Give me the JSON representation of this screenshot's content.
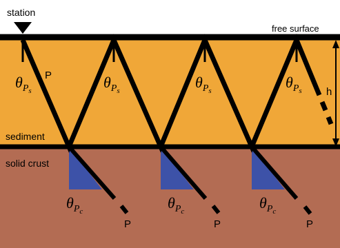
{
  "labels": {
    "station": "station",
    "free_surface": "free surface",
    "sediment": "sediment",
    "solid_crust": "solid crust",
    "thickness": "h"
  },
  "sediment_rays": [
    {
      "theta_main": "θ",
      "theta_sub": "P",
      "theta_subsub": "s",
      "wave_label": "P"
    },
    {
      "theta_main": "θ",
      "theta_sub": "P",
      "theta_subsub": "s",
      "wave_label": ""
    },
    {
      "theta_main": "θ",
      "theta_sub": "P",
      "theta_subsub": "s",
      "wave_label": ""
    },
    {
      "theta_main": "θ",
      "theta_sub": "P",
      "theta_subsub": "s",
      "wave_label": ""
    }
  ],
  "crust_rays": [
    {
      "theta_main": "θ",
      "theta_sub": "P",
      "theta_subsub": "c",
      "wave_label": "P"
    },
    {
      "theta_main": "θ",
      "theta_sub": "P",
      "theta_subsub": "c",
      "wave_label": "P"
    },
    {
      "theta_main": "θ",
      "theta_sub": "P",
      "theta_subsub": "c",
      "wave_label": "P"
    }
  ],
  "colors": {
    "sediment": "#F0A738",
    "crust": "#B36C53",
    "angle_fill": "#3D52A8",
    "theta_crust_text": "#3D52A8",
    "lines": "#000000"
  }
}
